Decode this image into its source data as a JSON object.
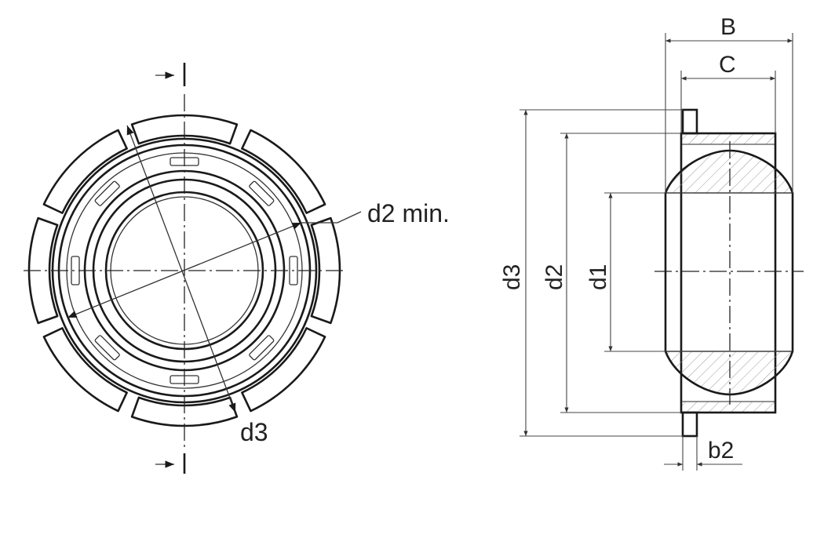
{
  "labels": {
    "d2_min": "d2 min.",
    "d3_left": "d3",
    "B": "B",
    "C": "C",
    "d3_right": "d3",
    "d2": "d2",
    "d1": "d1",
    "b2": "b2"
  },
  "colors": {
    "line": "#1a1a1a",
    "hatch": "#9a9a9a",
    "background": "#ffffff"
  }
}
